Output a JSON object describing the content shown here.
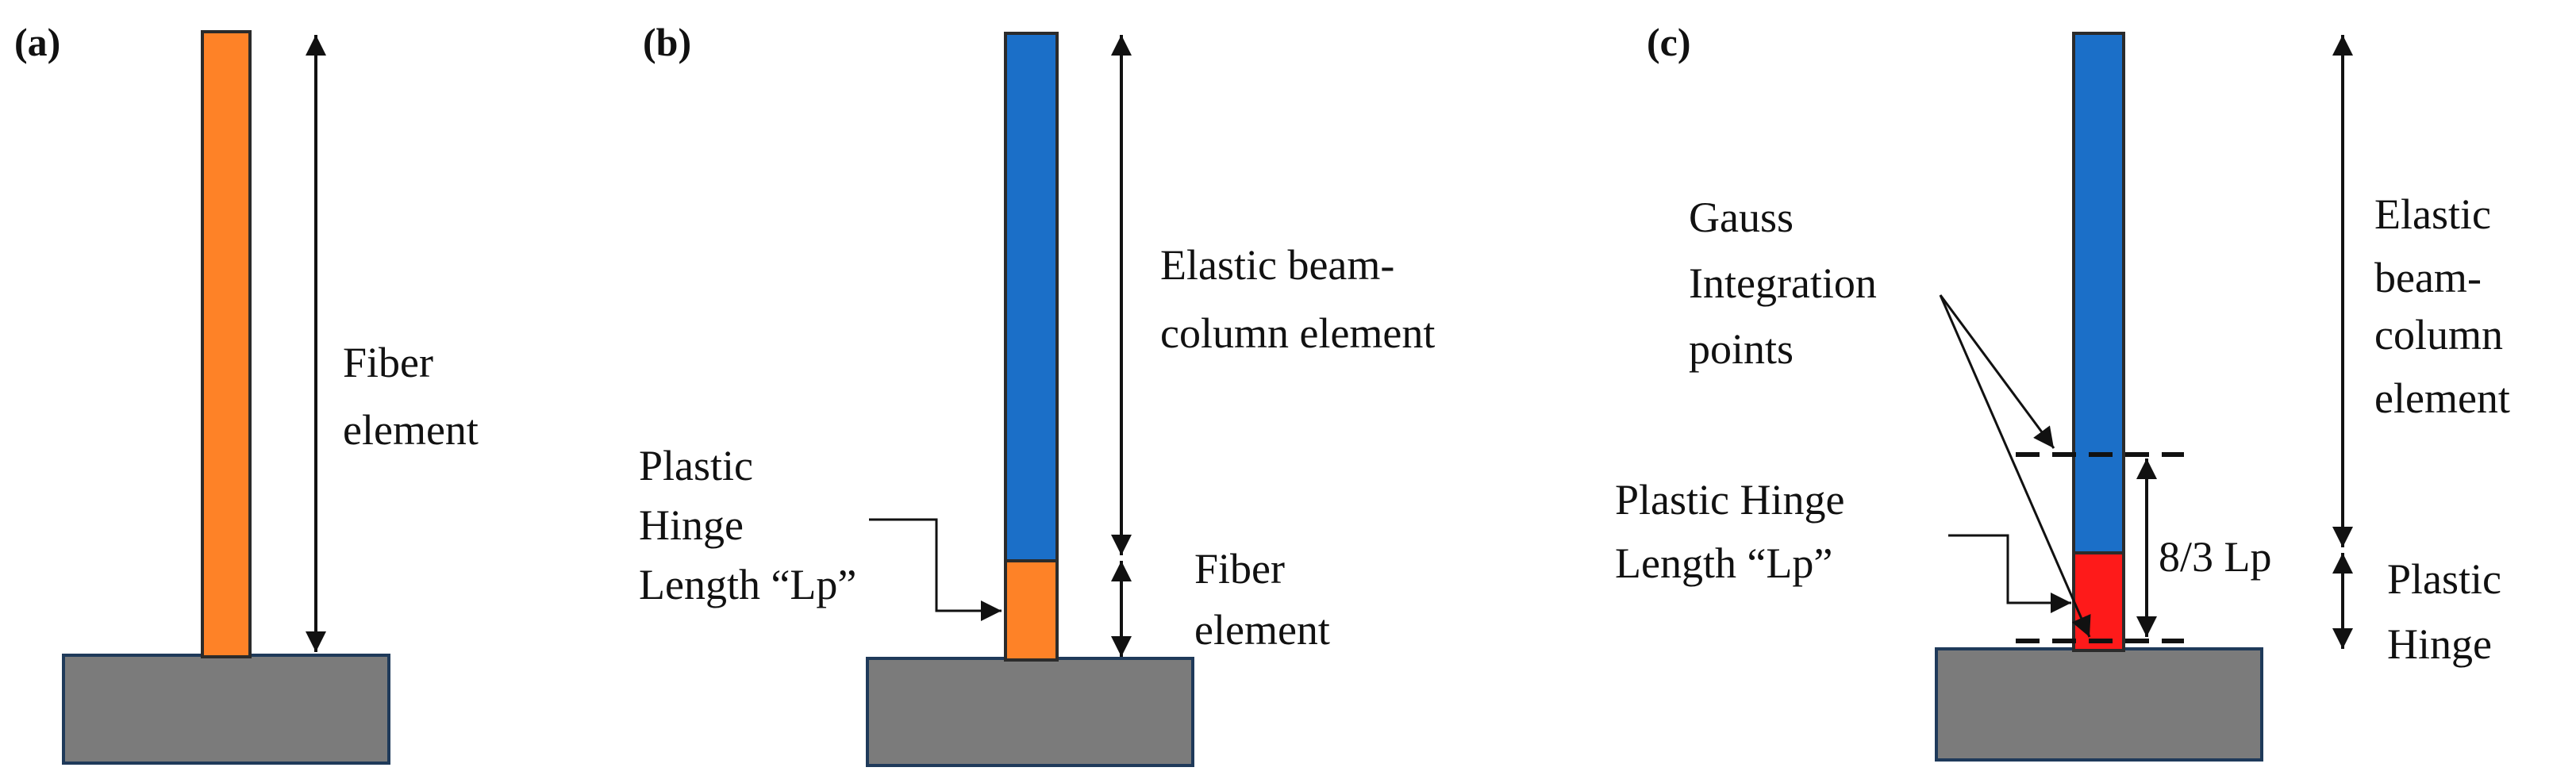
{
  "colors": {
    "fiber": "#fe8227",
    "elastic": "#1b6fc8",
    "hinge_red": "#fe1a1a",
    "foundation": "#7b7b7b",
    "outline": "#1f3a5a",
    "ink": "#111111"
  },
  "panels": {
    "a": {
      "letter": "(a)",
      "label_lines": [
        "Fiber",
        "element"
      ]
    },
    "b": {
      "letter": "(b)",
      "elastic_lines": [
        "Elastic beam-",
        "column element"
      ],
      "hinge_lines": [
        "Plastic",
        "Hinge",
        "Length “Lp”"
      ],
      "fiber_lines": [
        "Fiber",
        "element"
      ]
    },
    "c": {
      "letter": "(c)",
      "gauss_lines": [
        "Gauss",
        "Integration",
        "points"
      ],
      "hinge_length_lines": [
        "Plastic Hinge",
        "Length “Lp”"
      ],
      "dimension": "8/3 Lp",
      "elastic_lines": [
        "Elastic",
        "beam-",
        "column",
        "element"
      ],
      "plastic_lines": [
        "Plastic",
        "Hinge"
      ]
    }
  }
}
